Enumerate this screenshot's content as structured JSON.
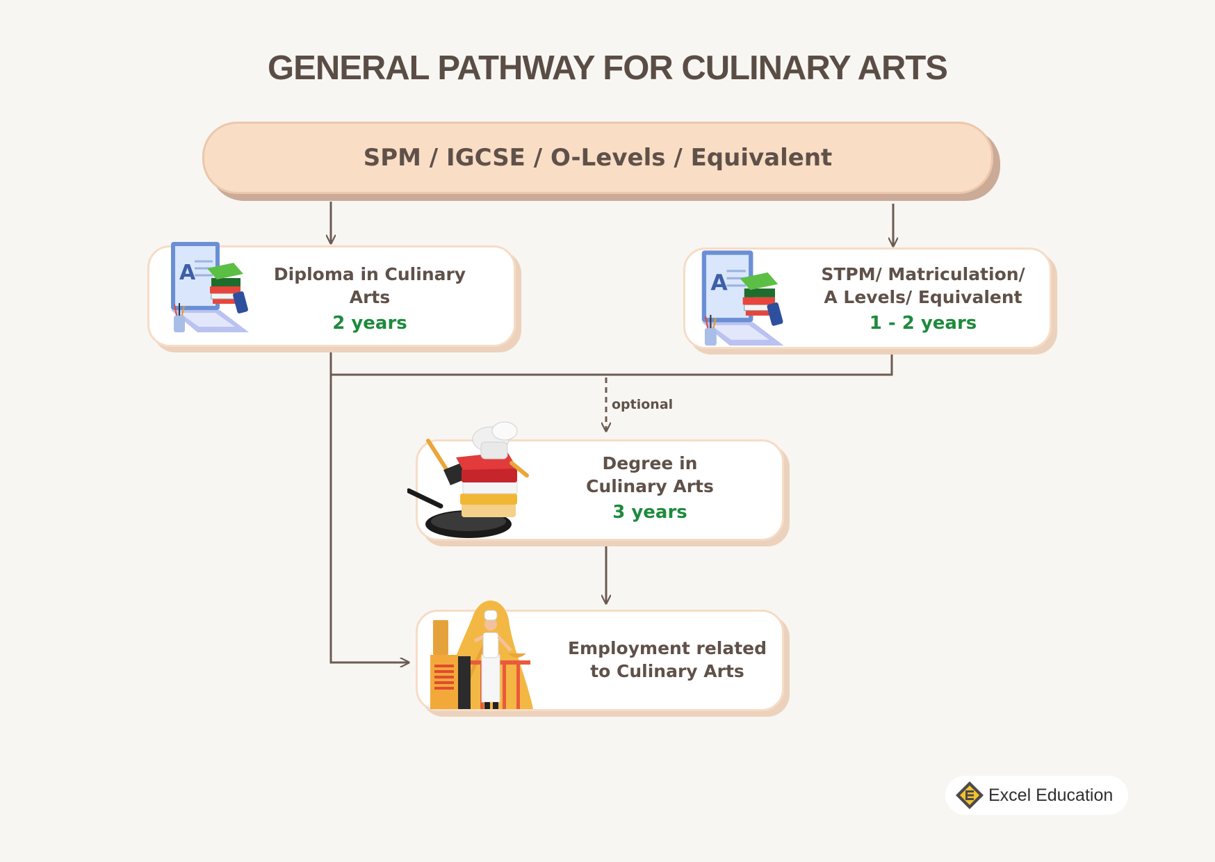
{
  "title": "GENERAL PATHWAY FOR CULINARY ARTS",
  "entry": {
    "label": "SPM / IGCSE / O-Levels / Equivalent"
  },
  "diploma": {
    "line1": "Diploma in Culinary",
    "line2": "Arts",
    "duration": "2 years"
  },
  "preu": {
    "line1": "STPM/ Matriculation/",
    "line2": "A Levels/ Equivalent",
    "duration": "1 - 2 years"
  },
  "optional_label": "optional",
  "degree": {
    "line1": "Degree in",
    "line2": "Culinary Arts",
    "duration": "3 years"
  },
  "employment": {
    "line1": "Employment related",
    "line2": "to Culinary Arts"
  },
  "brand": {
    "name": "Excel Education"
  },
  "icons": {
    "diploma": "laptop-books-icon",
    "preu": "laptop-books-icon",
    "degree": "chef-hat-cookbooks-pan-icon",
    "employment": "chef-cooking-icon"
  },
  "colors": {
    "background": "#f8f6f2",
    "title": "#5a4d45",
    "entry_fill": "#f9ddc5",
    "card_border": "#f6dcc6",
    "connector": "#6b5b52",
    "duration": "#1e8a3d"
  }
}
